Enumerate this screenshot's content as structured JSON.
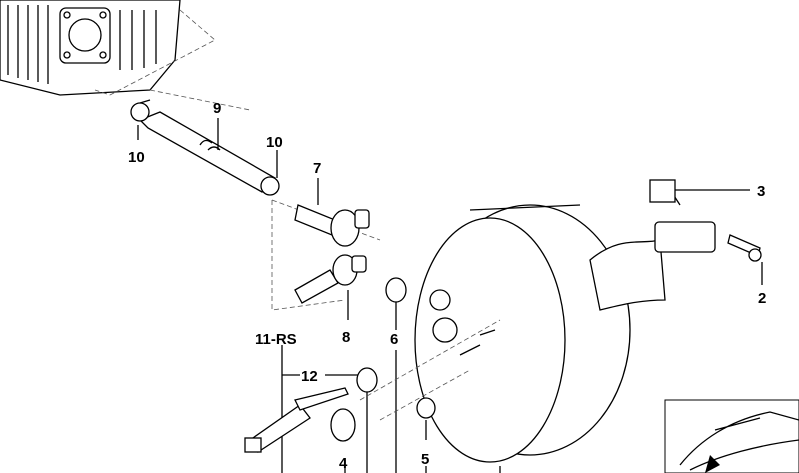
{
  "callouts": [
    {
      "id": "p10a",
      "text": "10"
    },
    {
      "id": "p9",
      "text": "9"
    },
    {
      "id": "p10b",
      "text": "10"
    },
    {
      "id": "p7",
      "text": "7"
    },
    {
      "id": "p3",
      "text": "3"
    },
    {
      "id": "p2",
      "text": "2"
    },
    {
      "id": "p8",
      "text": "8"
    },
    {
      "id": "p6",
      "text": "6"
    },
    {
      "id": "p11",
      "text": "11-RS"
    },
    {
      "id": "p12",
      "text": "12"
    },
    {
      "id": "p4",
      "text": "4"
    },
    {
      "id": "p5",
      "text": "5"
    }
  ]
}
